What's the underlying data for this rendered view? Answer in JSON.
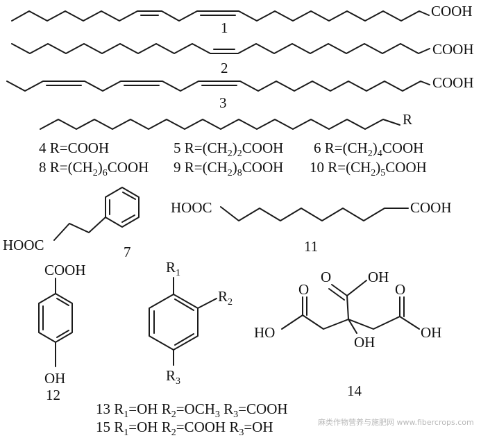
{
  "molecules": {
    "m1": {
      "number": "1",
      "group": "COOH"
    },
    "m2": {
      "number": "2",
      "group": "COOH"
    },
    "m3": {
      "number": "3",
      "group": "COOH"
    },
    "m4": {
      "substituent": "R"
    },
    "m7": {
      "number": "7",
      "group": "HOOC"
    },
    "m11": {
      "number": "11",
      "left_group": "HOOC",
      "right_group": "COOH"
    },
    "m12": {
      "number": "12",
      "top_group": "COOH",
      "bottom_group": "OH"
    },
    "m13": {
      "r1": "R",
      "r1_sub": "1",
      "r2": "R",
      "r2_sub": "2",
      "r3": "R",
      "r3_sub": "3"
    },
    "m14": {
      "number": "14",
      "oh_top": "OH",
      "ho_left": "HO",
      "oh_mid": "OH",
      "oh_right": "OH",
      "o_left": "O",
      "o_top": "O",
      "o_right": "O"
    }
  },
  "definitions": {
    "d4": {
      "num": "4",
      "pre": "R=COOH"
    },
    "d5": {
      "num": "5",
      "pre": "R=(CH",
      "sub": "2",
      "post": ")",
      "sub2": "2",
      "tail": "COOH"
    },
    "d6": {
      "num": "6",
      "pre": "R=(CH",
      "sub": "2",
      "post": ")",
      "sub2": "4",
      "tail": "COOH"
    },
    "d8": {
      "num": "8",
      "pre": "R=(CH",
      "sub": "2",
      "post": ")",
      "sub2": "6",
      "tail": "COOH"
    },
    "d9": {
      "num": "9",
      "pre": "R=(CH",
      "sub": "2",
      "post": ")",
      "sub2": "8",
      "tail": "COOH"
    },
    "d10": {
      "num": "10",
      "pre": "R=(CH",
      "sub": "2",
      "post": ")",
      "sub2": "5",
      "tail": "COOH"
    }
  },
  "footnotes": {
    "f13": {
      "num": "13",
      "a": "R",
      "a_sub": "1",
      "a_val": "=OH",
      "b": "R",
      "b_sub": "2",
      "b_val": "=OCH",
      "b_sub2": "3",
      "c": "R",
      "c_sub": "3",
      "c_val": "=COOH"
    },
    "f15": {
      "num": "15",
      "a": "R",
      "a_sub": "1",
      "a_val": "=OH",
      "b": "R",
      "b_sub": "2",
      "b_val": "=COOH",
      "c": "R",
      "c_sub": "3",
      "c_val": "=OH"
    }
  },
  "watermark": "麻类作物营养与施肥网 www.fibercrops.com"
}
